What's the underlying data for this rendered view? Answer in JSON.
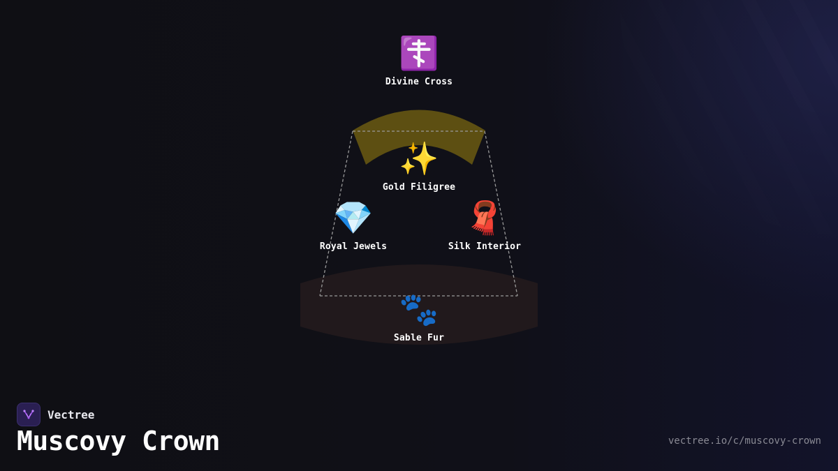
{
  "brand": {
    "name": "Vectree",
    "logo_icon": "vectree-logo-icon",
    "accent": "#a855f7"
  },
  "title": "Muscovy Crown",
  "url": "vectree.io/c/muscovy-crown",
  "colors": {
    "gold_band": "#6b5a12",
    "fur_band": "#231a1c",
    "connector": "#8a8a8a",
    "background": "#0f0f14"
  },
  "nodes": [
    {
      "id": "divine-cross",
      "label": "Divine Cross",
      "emoji": "☦️",
      "icon": "orthodox-cross-icon"
    },
    {
      "id": "gold-filigree",
      "label": "Gold Filigree",
      "emoji": "✨",
      "icon": "sparkles-icon"
    },
    {
      "id": "royal-jewels",
      "label": "Royal Jewels",
      "emoji": "💎",
      "icon": "gem-icon"
    },
    {
      "id": "silk-interior",
      "label": "Silk Interior",
      "emoji": "🧣",
      "icon": "scarf-icon"
    },
    {
      "id": "sable-fur",
      "label": "Sable Fur",
      "emoji": "🐾",
      "icon": "paw-prints-icon"
    }
  ]
}
